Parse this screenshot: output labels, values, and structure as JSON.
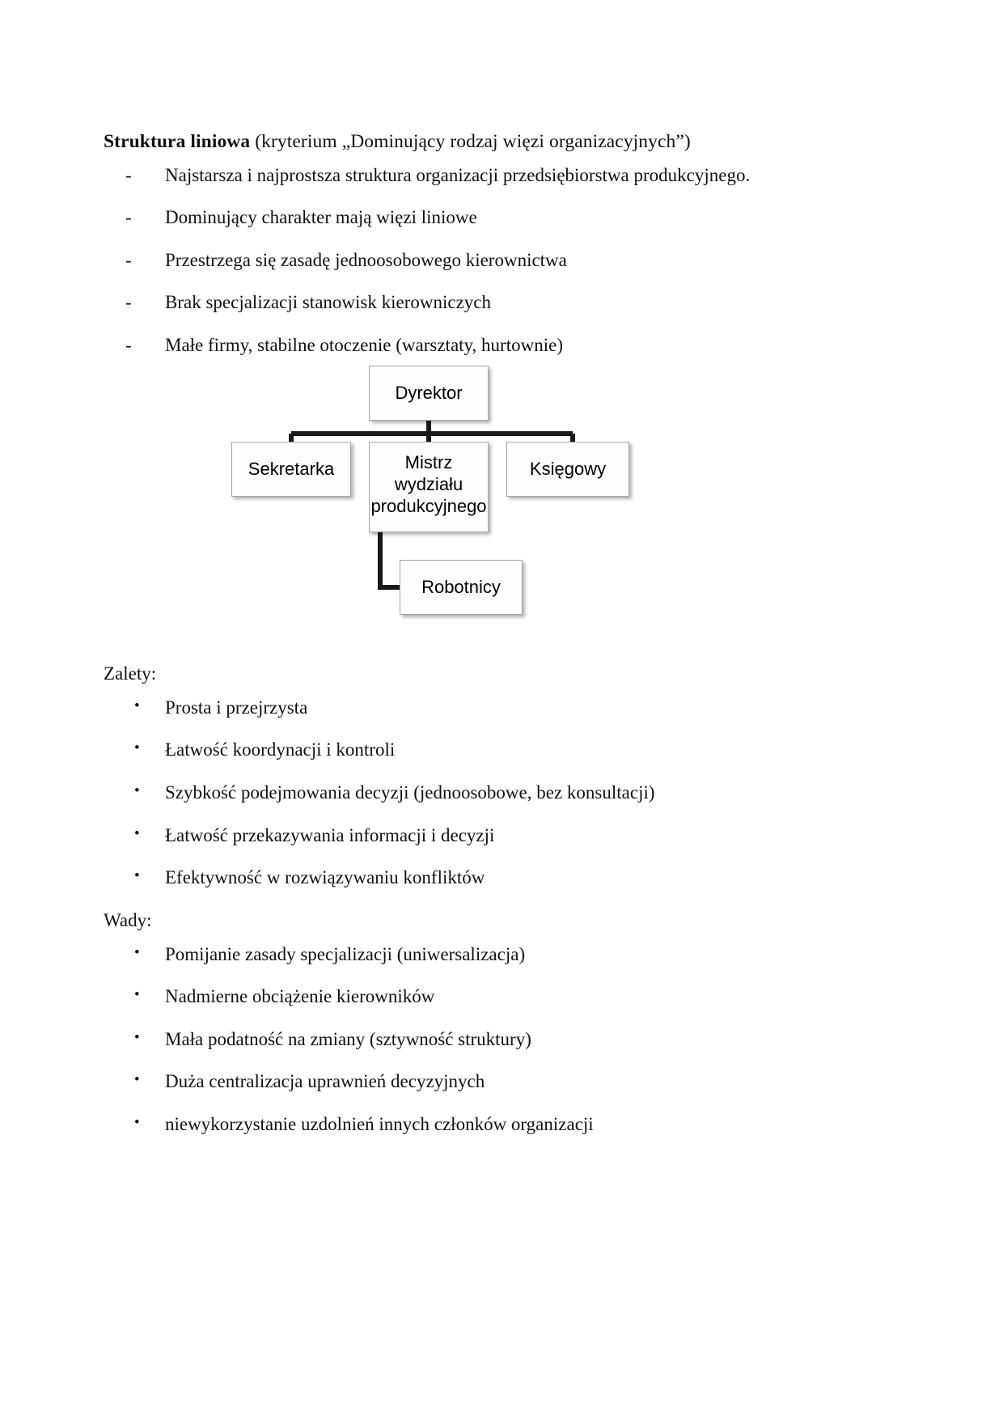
{
  "document": {
    "heading": {
      "title": "Struktura liniowa",
      "subtitle": " (kryterium „Dominujący rodzaj więzi organizacyjnych”)"
    },
    "intro_items": [
      "Najstarsza i najprostsza struktura organizacji przedsiębiorstwa produkcyjnego.",
      "Dominujący charakter mają więzi liniowe",
      "Przestrzega się zasadę jednoosobowego kierownictwa",
      "Brak specjalizacji stanowisk kierowniczych",
      "Małe firmy, stabilne otoczenie (warsztaty, hurtownie)"
    ],
    "dash_marker": "-",
    "bullet_marker": "•",
    "advantages": {
      "label": "Zalety:",
      "items": [
        "Prosta i przejrzysta",
        "Łatwość koordynacji i kontroli",
        "Szybkość podejmowania decyzji (jednoosobowe, bez konsultacji)",
        "Łatwość przekazywania informacji i decyzji",
        "Efektywność w rozwiązywaniu konfliktów"
      ]
    },
    "disadvantages": {
      "label": "Wady:",
      "items": [
        "Pomijanie zasady specjalizacji (uniwersalizacja)",
        "Nadmierne obciążenie kierowników",
        "Mała podatność na zmiany (sztywność struktury)",
        "Duża centralizacja uprawnień decyzyjnych",
        "niewykorzystanie uzdolnień innych członków organizacji"
      ]
    }
  },
  "org_chart": {
    "nodes": {
      "director": "Dyrektor",
      "secretary": "Sekretarka",
      "foreman_line1": "Mistrz wydziału",
      "foreman_line2": "produkcyjnego",
      "accountant": "Księgowy",
      "workers": "Robotnicy"
    },
    "colors": {
      "node_border": "#a6a6a6",
      "node_fill": "#fdfdfd",
      "connector": "#1a1a1a"
    }
  }
}
